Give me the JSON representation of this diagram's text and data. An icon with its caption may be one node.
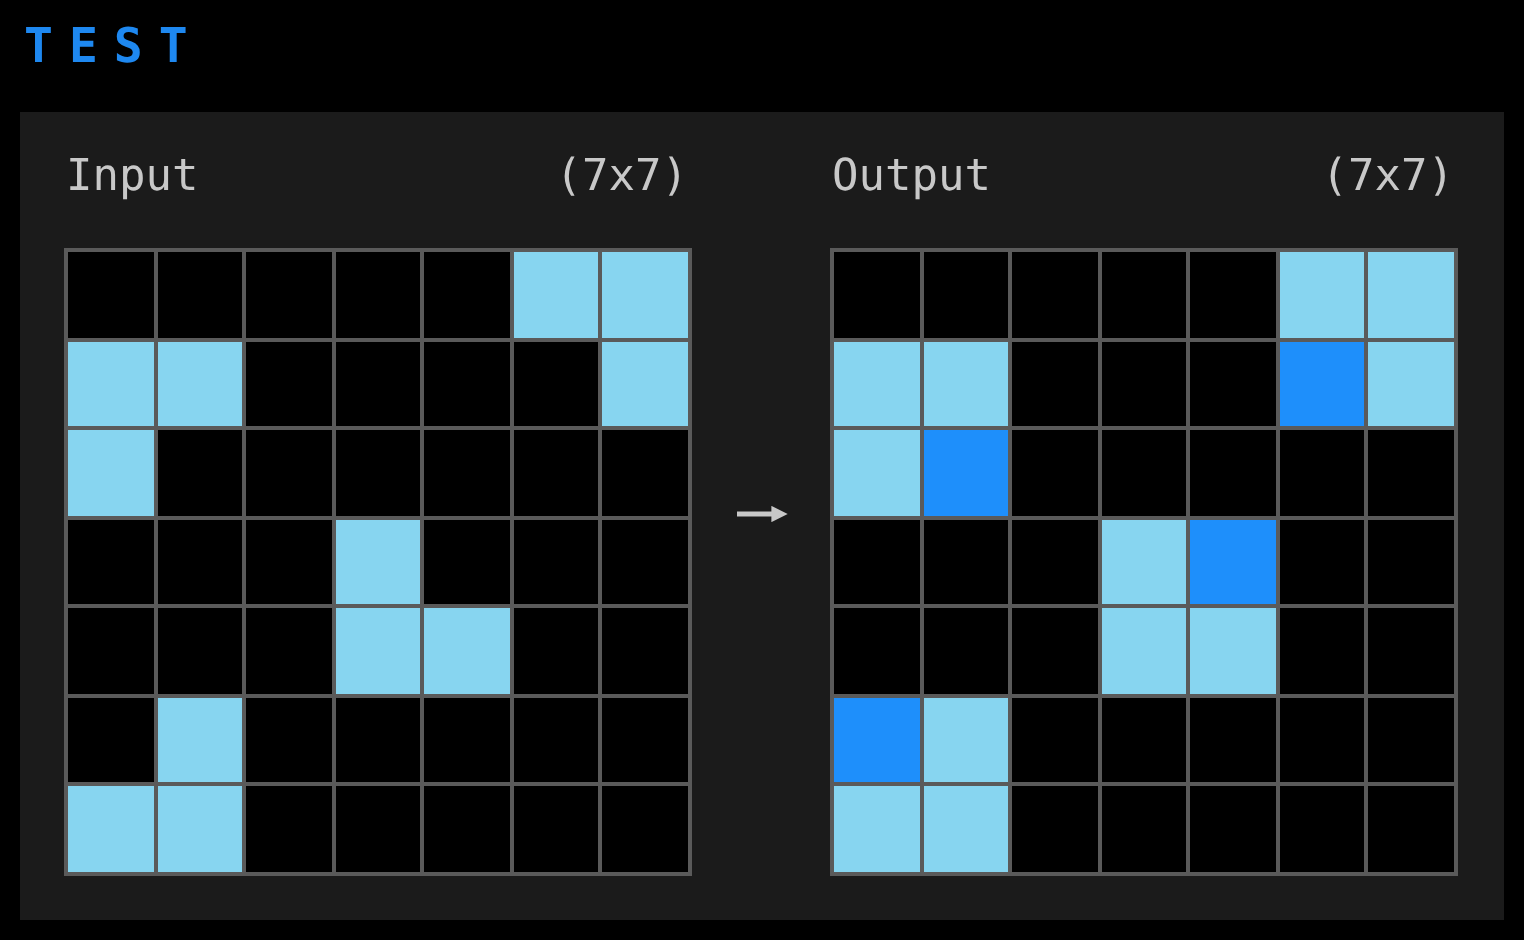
{
  "diagram": {
    "title": "TEST",
    "nodes": [
      {
        "text": [
          "Input",
          "(7x7)"
        ]
      },
      {
        "text": [
          "Output",
          "(7x7)"
        ]
      }
    ],
    "edges": [
      {
        "from": 0,
        "to": 1,
        "arrow": "to"
      }
    ]
  }
}
